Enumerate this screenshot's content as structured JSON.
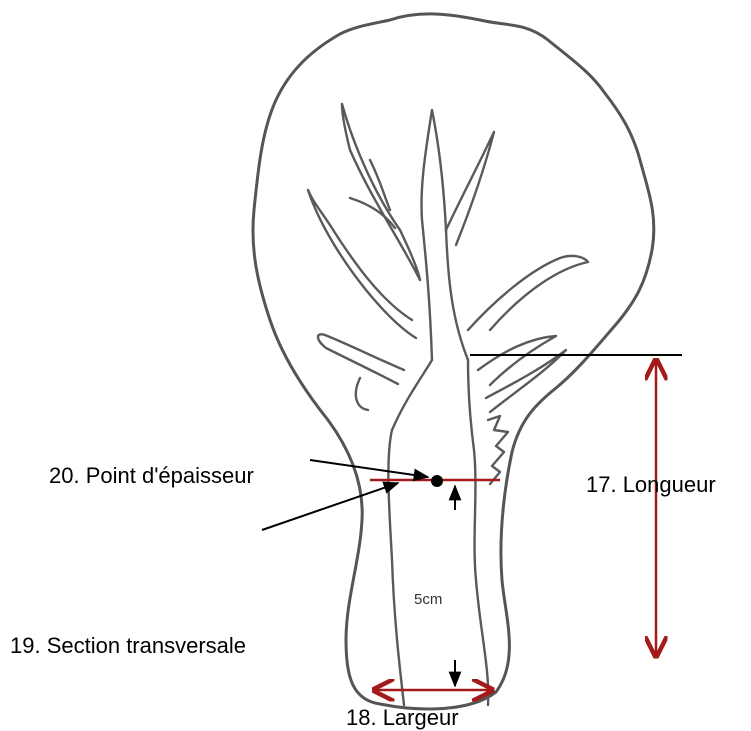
{
  "labels": {
    "longueur": "17. Longueur",
    "largeur": "18. Largeur",
    "section": "19. Section transversale",
    "epaisseur": "20. Point d'épaisseur",
    "distance": "5cm"
  },
  "colors": {
    "outline": "#555555",
    "measure_red": "#a31a1a",
    "pointer_black": "#000000",
    "background": "#ffffff"
  }
}
